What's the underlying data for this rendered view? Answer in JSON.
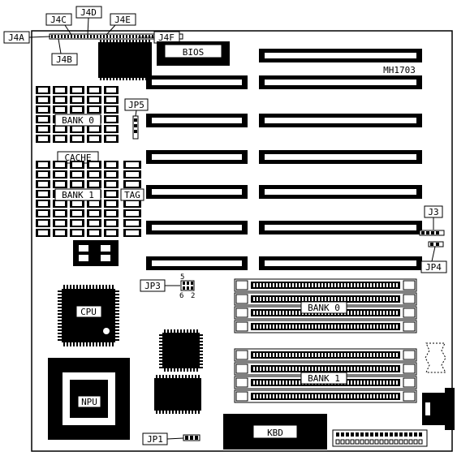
{
  "board": {
    "model": "MH1703",
    "labels": {
      "j4a": "J4A",
      "j4b": "J4B",
      "j4c": "J4C",
      "j4d": "J4D",
      "j4e": "J4E",
      "j4f": "J4F",
      "bios": "BIOS",
      "jp5": "JP5",
      "bank0_sip": "BANK 0",
      "cache": "CACHE",
      "bank1_sip": "BANK 1",
      "tag": "TAG",
      "j3": "J3",
      "jp4": "JP4",
      "jp3": "JP3",
      "jp3_pin5": "5",
      "jp3_pin6": "6",
      "jp3_pin2": "2",
      "cpu": "CPU",
      "bank0_simm": "BANK 0",
      "bank1_simm": "BANK 1",
      "npu": "NPU",
      "jp1": "JP1",
      "kbd": "KBD"
    }
  },
  "colors": {
    "ink": "#000000",
    "paper": "#ffffff"
  }
}
